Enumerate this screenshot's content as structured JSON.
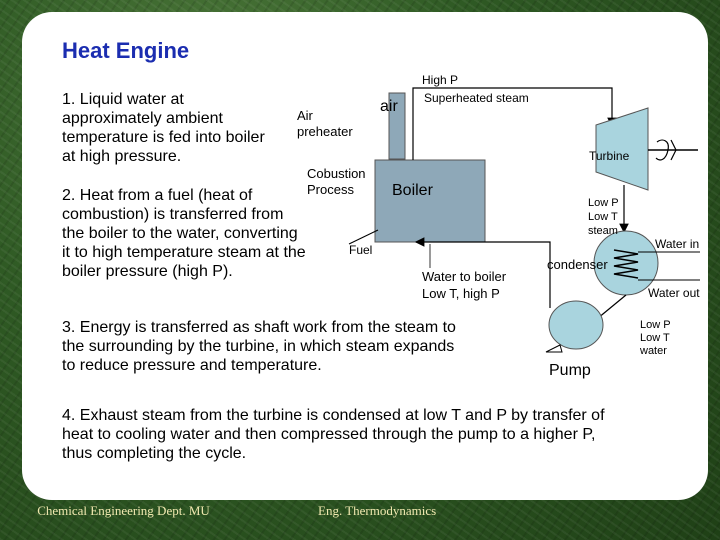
{
  "slide": {
    "title": "Heat Engine",
    "points": [
      "1. Liquid water at approximately ambient temperature is fed into boiler at high pressure.",
      "2. Heat from a fuel (heat of combustion) is transferred from the boiler to the water, converting it to high temperature steam at the boiler pressure (high P).",
      "3. Energy is transferred as shaft work from the steam to the surrounding by the turbine, in which steam expands to reduce pressure and temperature.",
      "4. Exhaust steam from the turbine is condensed at low T and P by transfer of heat to cooling water and then compressed through the pump to a higher P, thus completing the cycle."
    ]
  },
  "diagram": {
    "high_p": "High P",
    "superheated_steam": "Superheated steam",
    "air": "air",
    "air_preheater": "Air preheater",
    "turbine": "Turbine",
    "combustion_process": "Cobustion Process",
    "boiler": "Boiler",
    "low_p_low_t_steam": "Low P Low T steam",
    "water_in": "Water in",
    "fuel": "Fuel",
    "condenser": "condenser",
    "water_to_boiler": "Water to boiler Low T, high P",
    "water_out": "Water out",
    "low_p_low_t_water": "Low P Low T water",
    "pump": "Pump"
  },
  "footer": {
    "department": "Chemical Engineering Dept. MU",
    "course": "Eng. Thermodynamics"
  },
  "colors": {
    "title": "#1b2db0",
    "boiler_fill": "#8ea8b8",
    "component_fill": "#a9d4de"
  }
}
